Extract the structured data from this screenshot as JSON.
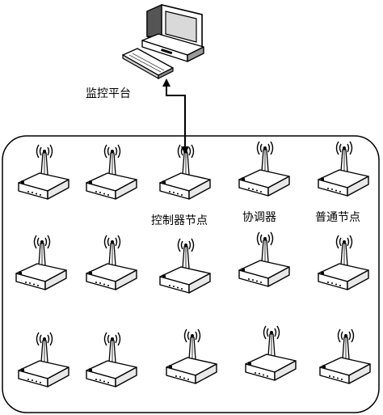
{
  "labels": {
    "monitor": "监控平台",
    "controller": "控制器节点",
    "coordinator": "协调器",
    "ordinary": "普通节点"
  },
  "icons": {
    "monitor": "computer-icon",
    "node": "wireless-router-icon"
  },
  "nodes": [
    {
      "id": "r1c1",
      "row": 1,
      "col": 1,
      "role": "ordinary"
    },
    {
      "id": "r1c2",
      "row": 1,
      "col": 2,
      "role": "ordinary"
    },
    {
      "id": "r1c3",
      "row": 1,
      "col": 3,
      "role": "controller"
    },
    {
      "id": "r1c4",
      "row": 1,
      "col": 4,
      "role": "coordinator"
    },
    {
      "id": "r1c5",
      "row": 1,
      "col": 5,
      "role": "ordinary"
    },
    {
      "id": "r2c1",
      "row": 2,
      "col": 1,
      "role": "ordinary"
    },
    {
      "id": "r2c2",
      "row": 2,
      "col": 2,
      "role": "ordinary"
    },
    {
      "id": "r2c3",
      "row": 2,
      "col": 3,
      "role": "ordinary"
    },
    {
      "id": "r2c4",
      "row": 2,
      "col": 4,
      "role": "ordinary"
    },
    {
      "id": "r2c5",
      "row": 2,
      "col": 5,
      "role": "ordinary"
    },
    {
      "id": "r3c1",
      "row": 3,
      "col": 1,
      "role": "ordinary"
    },
    {
      "id": "r3c2",
      "row": 3,
      "col": 2,
      "role": "ordinary"
    },
    {
      "id": "r3c3",
      "row": 3,
      "col": 3,
      "role": "ordinary"
    },
    {
      "id": "r3c4",
      "row": 3,
      "col": 4,
      "role": "ordinary"
    },
    {
      "id": "r3c5",
      "row": 3,
      "col": 5,
      "role": "ordinary"
    }
  ],
  "edges": [
    {
      "from": "monitor",
      "to": "r1c3",
      "style": "double-arrow"
    }
  ]
}
